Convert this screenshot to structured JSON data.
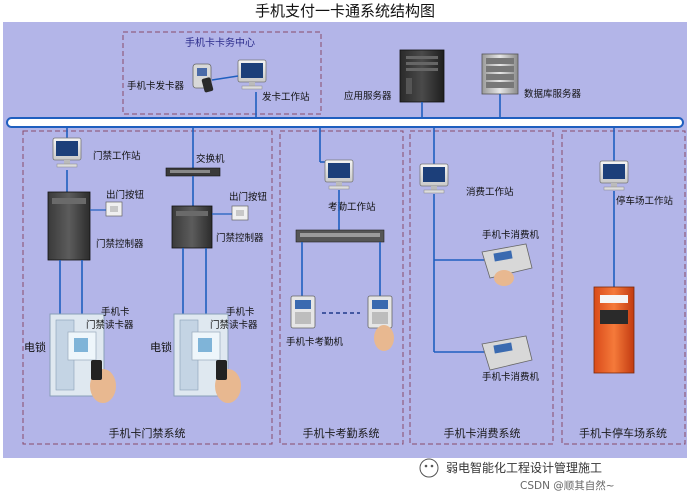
{
  "title": "手机支付一卡通系统结构图",
  "center": {
    "box_label": "手机卡卡务中心",
    "issuer_label": "手机卡发卡器",
    "issuer_ws_label": "发卡工作站"
  },
  "servers": {
    "app_server": "应用服务器",
    "db_server": "数据库服务器"
  },
  "door": {
    "ws_label": "门禁工作站",
    "switch_label": "交换机",
    "exit_button_1": "出门按钮",
    "exit_button_2": "出门按钮",
    "controller_1": "门禁控制器",
    "controller_2": "门禁控制器",
    "reader_1_line1": "手机卡",
    "reader_1_line2": "门禁读卡器",
    "reader_2_line1": "手机卡",
    "reader_2_line2": "门禁读卡器",
    "lock_1": "电锁",
    "lock_2": "电锁",
    "system_label": "手机卡门禁系统"
  },
  "attendance": {
    "ws_label": "考勤工作站",
    "machine_label": "手机卡考勤机",
    "system_label": "手机卡考勤系统"
  },
  "consumption": {
    "ws_label": "消费工作站",
    "machine_1": "手机卡消费机",
    "machine_2": "手机卡消费机",
    "system_label": "手机卡消费系统"
  },
  "parking": {
    "ws_label": "停车场工作站",
    "system_label": "手机卡停车场系统"
  },
  "watermark": {
    "brand": "弱电智能化工程设计管理施工",
    "credit": "CSDN @顺其自然~"
  },
  "colors": {
    "background": "#b3b5e8",
    "bus": "#6fa8d8",
    "line": "#1f5fbf",
    "dashed_border": "#8a4a6a",
    "title_bg": "#ffffff"
  }
}
